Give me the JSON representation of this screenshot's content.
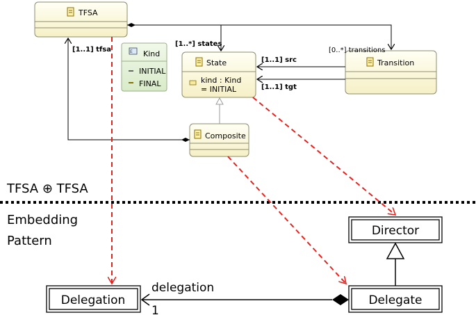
{
  "classes": {
    "tfsa": "TFSA",
    "kind": "Kind",
    "kind_literals": [
      "INITIAL",
      "FINAL"
    ],
    "state": "State",
    "state_attr_line1": "kind : Kind",
    "state_attr_line2": "= INITIAL",
    "transition": "Transition",
    "composite": "Composite"
  },
  "associations": {
    "states": "[1..*] states",
    "transitions": "[0..*] transitions",
    "src": "[1..1] src",
    "tgt": "[1..1] tgt",
    "tfsa": "[1..1] tfsa"
  },
  "section_title": "TFSA ⊕ TFSA",
  "pattern_label_line1": "Embedding",
  "pattern_label_line2": "Pattern",
  "pattern": {
    "director": "Director",
    "delegation": "Delegation",
    "delegate": "Delegate",
    "delegation_role": "delegation",
    "delegation_mult": "1"
  },
  "colors": {
    "class_fill": "#fdfbdc",
    "class_border": "#8c8c6e",
    "enum_fill": "#e6f2dc",
    "mapping_arrow": "#e8201c"
  }
}
